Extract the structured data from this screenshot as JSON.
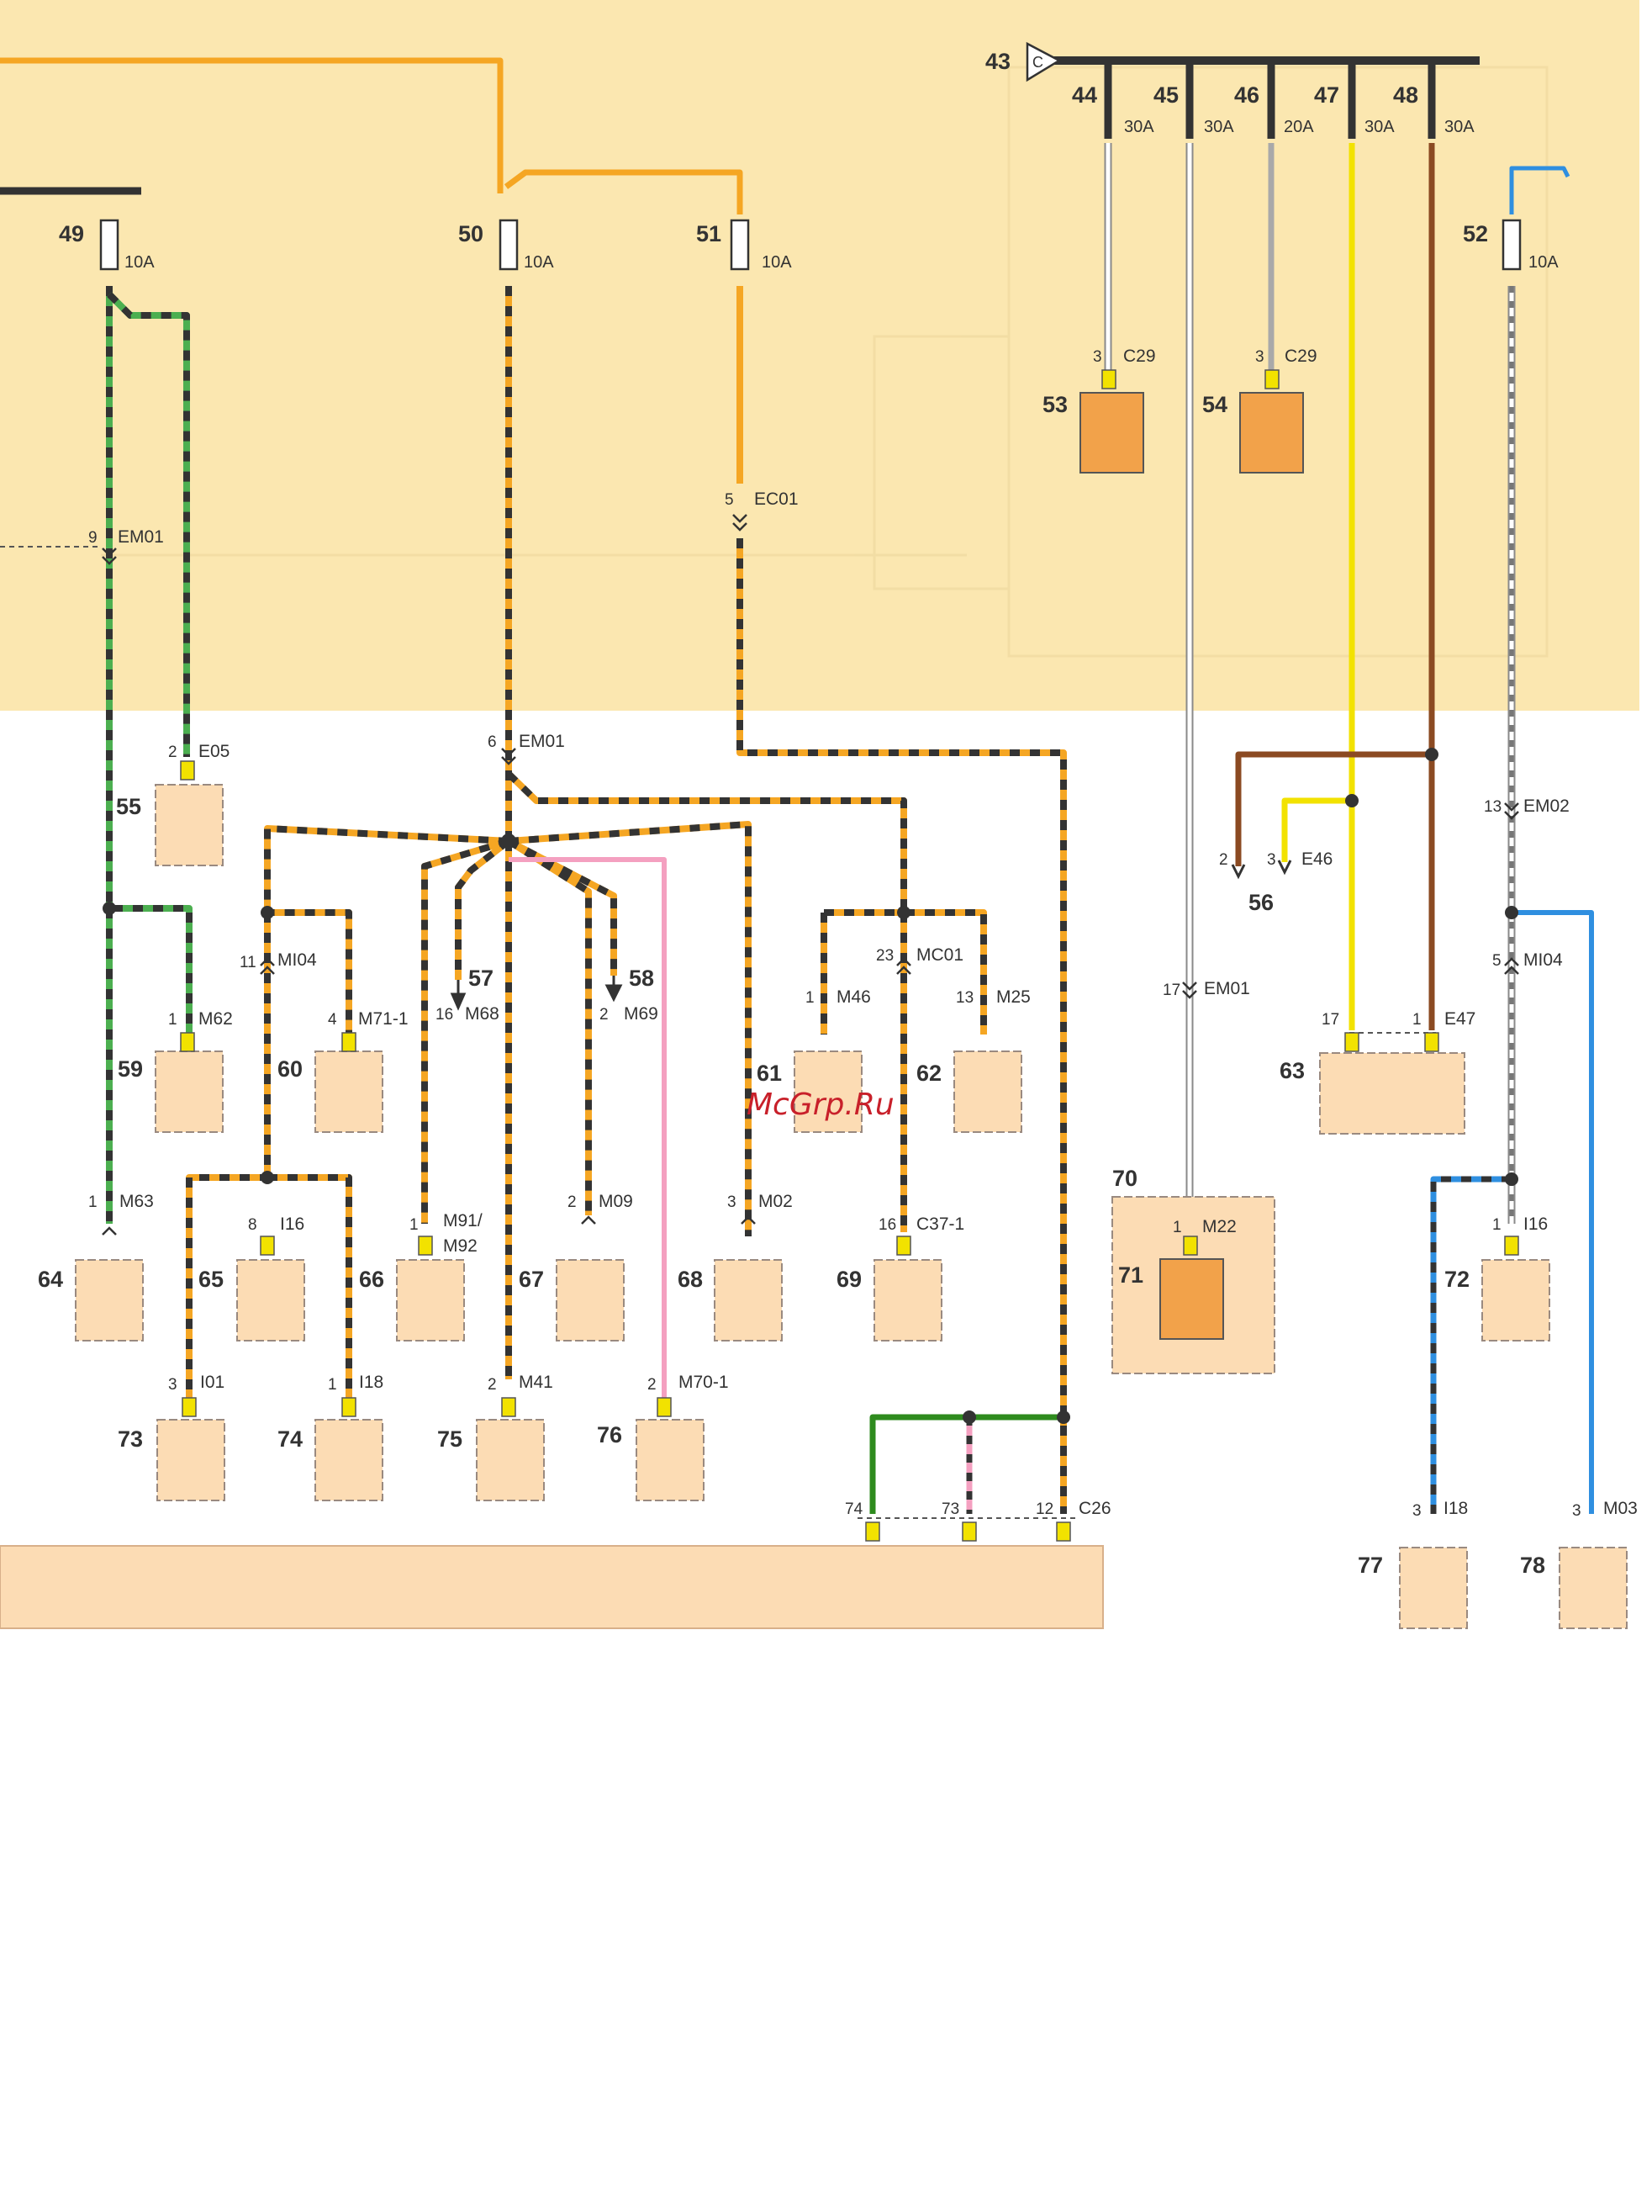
{
  "fuse_bus_label": "C",
  "power_feed_number": "43",
  "fuses": [
    {
      "number": "44",
      "rating": "30A"
    },
    {
      "number": "45",
      "rating": "30A"
    },
    {
      "number": "46",
      "rating": "20A"
    },
    {
      "number": "47",
      "rating": "30A"
    },
    {
      "number": "48",
      "rating": "30A"
    },
    {
      "number": "49",
      "rating": "10A"
    },
    {
      "number": "50",
      "rating": "10A"
    },
    {
      "number": "51",
      "rating": "10A"
    },
    {
      "number": "52",
      "rating": "10A"
    }
  ],
  "components": [
    {
      "number": "53",
      "pin": "3",
      "connector": "C29"
    },
    {
      "number": "54",
      "pin": "3",
      "connector": "C29"
    },
    {
      "number": "55",
      "pin": "2",
      "connector": "E05"
    },
    {
      "number": "56",
      "pins": [
        "2",
        "3"
      ],
      "connector": "E46"
    },
    {
      "number": "57",
      "pin": "16",
      "connector": "M68"
    },
    {
      "number": "58",
      "pin": "2",
      "connector": "M69"
    },
    {
      "number": "59",
      "pin": "1",
      "connector": "M62"
    },
    {
      "number": "60",
      "pin": "4",
      "connector": "M71-1"
    },
    {
      "number": "61",
      "pin": "1",
      "connector": "M46"
    },
    {
      "number": "62",
      "pin": "13",
      "connector": "M25"
    },
    {
      "number": "63",
      "pins": [
        "17",
        "1"
      ],
      "connector": "E47"
    },
    {
      "number": "64",
      "pin": "1",
      "connector": "M63"
    },
    {
      "number": "65",
      "pin": "8",
      "connector": "I16"
    },
    {
      "number": "66",
      "pin": "1",
      "connector": "M91/",
      "connector_line2": "M92"
    },
    {
      "number": "67",
      "pin": "2",
      "connector": "M09"
    },
    {
      "number": "68",
      "pin": "3",
      "connector": "M02"
    },
    {
      "number": "69",
      "pin": "16",
      "connector": "C37-1"
    },
    {
      "number": "70"
    },
    {
      "number": "71",
      "pin": "1",
      "connector": "M22"
    },
    {
      "number": "72",
      "pin": "1",
      "connector": "I16"
    },
    {
      "number": "73",
      "pin": "3",
      "connector": "I01"
    },
    {
      "number": "74",
      "pin": "1",
      "connector": "I18"
    },
    {
      "number": "75",
      "pin": "2",
      "connector": "M41"
    },
    {
      "number": "76",
      "pin": "2",
      "connector": "M70-1"
    },
    {
      "number": "77",
      "pin": "3",
      "connector": "I18"
    },
    {
      "number": "78",
      "pin": "3",
      "connector": "M03"
    }
  ],
  "inline_connectors": [
    {
      "pin": "9",
      "connector": "EM01"
    },
    {
      "pin": "5",
      "connector": "EC01"
    },
    {
      "pin": "6",
      "connector": "EM01"
    },
    {
      "pin": "11",
      "connector": "MI04"
    },
    {
      "pin": "23",
      "connector": "MC01"
    },
    {
      "pin": "17",
      "connector": "EM01"
    },
    {
      "pin": "13",
      "connector": "EM02"
    },
    {
      "pin": "5",
      "connector": "MI04"
    }
  ],
  "bottom_connector": {
    "connector": "C26",
    "pins": [
      "74",
      "73",
      "12"
    ]
  },
  "watermark": "McGrp.Ru",
  "colors": {
    "fuse_box_panel": "#fbe7b0",
    "component_fill": "#fcdcb4",
    "component_dark_fill": "#f2a24a",
    "orange": "#f5a623",
    "green": "#4caf50",
    "dark_green": "#2e8b1e",
    "blue": "#2f8fe0",
    "pink": "#f4a0c0",
    "yellow": "#f2e200",
    "brown": "#8b4a22",
    "grey": "#a9a9a9",
    "bus_black": "#333333"
  }
}
